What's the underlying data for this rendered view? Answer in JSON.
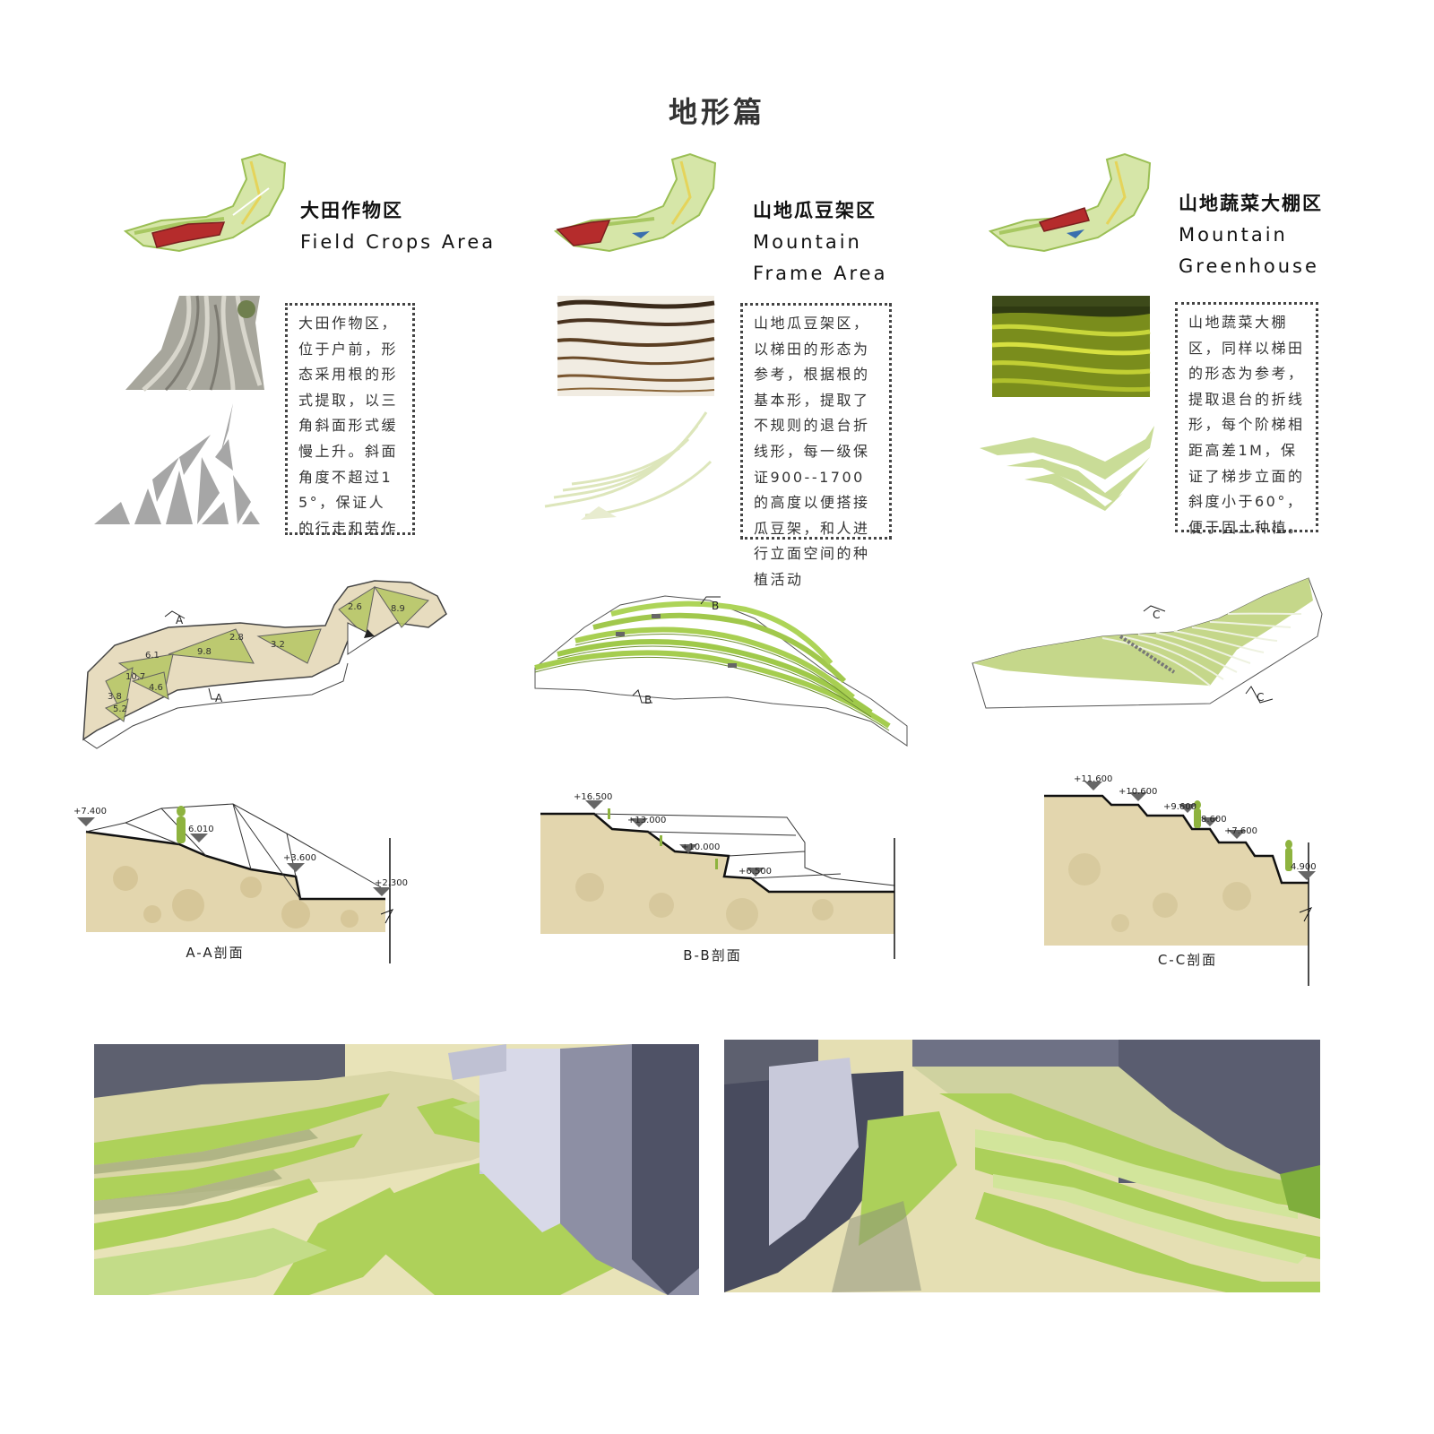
{
  "page": {
    "title": "地形篇"
  },
  "zones": [
    {
      "title_cn": "大田作物区",
      "title_en_1": "Field Crops Area",
      "title_en_2": "",
      "description": "大田作物区，位于户前，形态采用根的形式提取，以三角斜面形式缓慢上升。斜面角度不超过15°，保证人的行走和劳作",
      "section_label": "A-A剖面",
      "section_marks": [
        "A",
        "A"
      ],
      "plan_numbers": [
        "2.6",
        "8.9",
        "2.8",
        "3.2",
        "6.1",
        "9.8",
        "10.7",
        "4.6",
        "3.8",
        "5.2"
      ],
      "elevations": [
        "+7.400",
        "6.010",
        "+3.600",
        "+2.300"
      ]
    },
    {
      "title_cn": "山地瓜豆架区",
      "title_en_1": "Mountain",
      "title_en_2": "Frame Area",
      "description": "山地瓜豆架区，以梯田的形态为参考，根据根的基本形，提取了不规则的退台折线形，每一级保证900--1700的高度以便搭接瓜豆架，和人进行立面空间的种植活动",
      "section_label": "B-B剖面",
      "section_marks": [
        "B",
        "B"
      ],
      "elevations": [
        "+16.500",
        "+13.000",
        "+10.000",
        "+6.500"
      ]
    },
    {
      "title_cn": "山地蔬菜大棚区",
      "title_en_1": "Mountain",
      "title_en_2": "Greenhouse",
      "description": "山地蔬菜大棚区，同样以梯田的形态为参考，提取退台的折线形，每个阶梯相距高差1M，保证了梯步立面的斜度小于60°，便于固土种植。",
      "section_label": "C-C剖面",
      "section_marks": [
        "C",
        "C"
      ],
      "elevations": [
        "+11.600",
        "+10.600",
        "+9.600",
        "8.600",
        "+7.600",
        "4.900"
      ]
    }
  ],
  "colors": {
    "green": "#a9cc5a",
    "light_green": "#d2e29a",
    "soil": "#e2d4a8",
    "building": "#5c5f70",
    "highlight_red": "#b52c2c"
  }
}
